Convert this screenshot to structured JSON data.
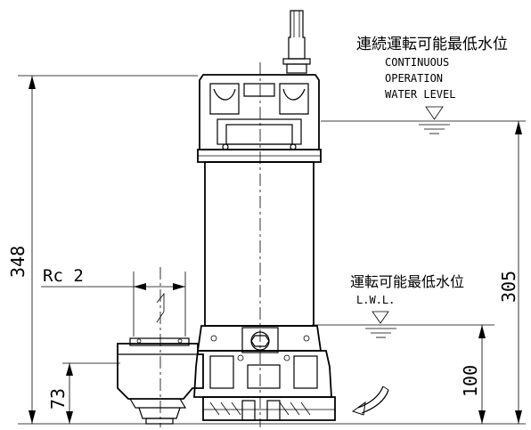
{
  "labels": {
    "top_level_jp": "連続運転可能最低水位",
    "top_level_en_1": "CONTINUOUS",
    "top_level_en_2": "OPERATION",
    "top_level_en_3": "WATER LEVEL",
    "lwl_jp": "運転可能最低水位",
    "lwl_en": "L.W.L.",
    "outlet": "Rc 2"
  },
  "dimensions": {
    "total_height": "348",
    "continuous_level": "305",
    "lwl_level": "100",
    "outlet_height": "73"
  }
}
